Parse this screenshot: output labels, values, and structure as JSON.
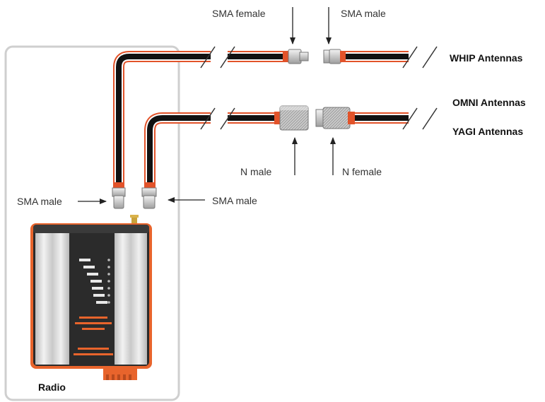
{
  "labels": {
    "sma_female_top": "SMA female",
    "sma_male_top": "SMA male",
    "whip": "WHIP Antennas",
    "omni": "OMNI Antennas",
    "yagi": "YAGI Antennas",
    "n_male": "N male",
    "n_female": "N female",
    "sma_male_left": "SMA male",
    "sma_male_right": "SMA male",
    "radio": "Radio"
  },
  "colors": {
    "cable_core": "#111111",
    "cable_jacket": "#e2532a",
    "frame": "#cfcfcf",
    "radio_body": "#2b2b2b",
    "radio_fins": "#d8d8d8",
    "accent": "#e8642c",
    "connector_metal": "#d6d6d6"
  },
  "icons": {
    "arrows": "arrow-icon",
    "cable_break": "slash-break-icon"
  }
}
